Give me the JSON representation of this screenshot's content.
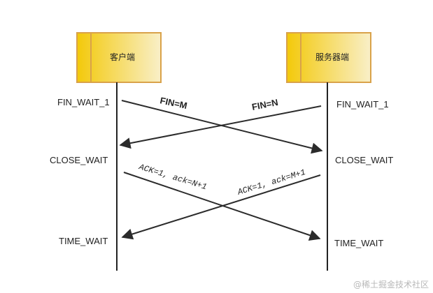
{
  "participants": {
    "client": {
      "label": "客户端"
    },
    "server": {
      "label": "服务器端"
    }
  },
  "client_states": {
    "s1": "FIN_WAIT_1",
    "s2": "CLOSE_WAIT",
    "s3": "TIME_WAIT"
  },
  "server_states": {
    "s1": "FIN_WAIT_1",
    "s2": "CLOSE_WAIT",
    "s3": "TIME_WAIT"
  },
  "messages": {
    "fin_client": "FIN=M",
    "fin_server": "FIN=N",
    "ack_client": "ACK=1, ack=N+1",
    "ack_server": "ACK=1, ack=M+1"
  },
  "watermark": "@稀土掘金技术社区",
  "colors": {
    "box_border": "#d9a24a",
    "box_fill_dark": "#f2c700",
    "box_fill_light": "#f8ecc0",
    "line": "#222222"
  }
}
